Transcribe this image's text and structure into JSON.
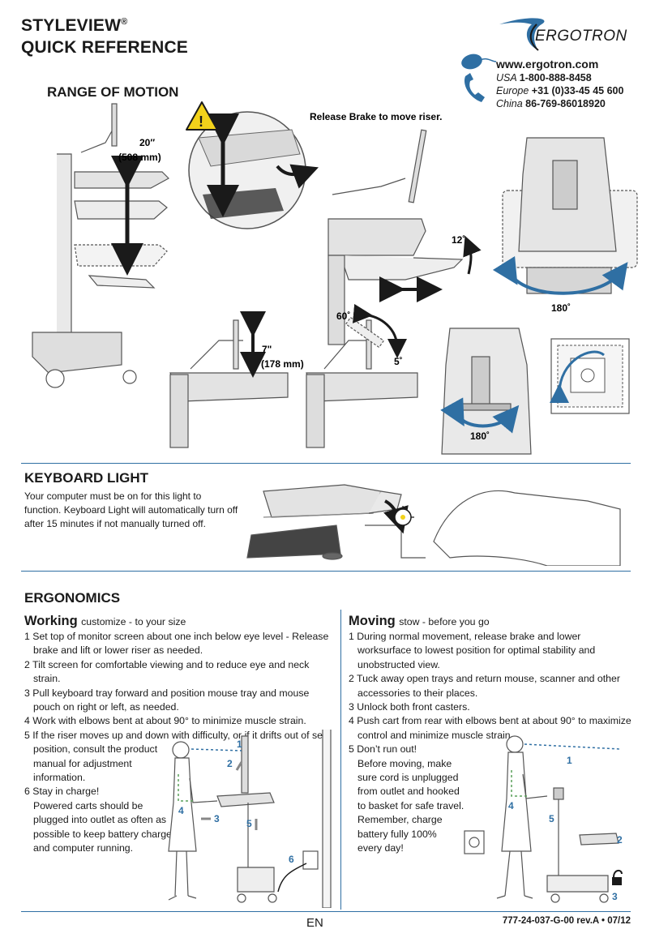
{
  "header": {
    "title_line1": "STYLEVIEW",
    "registered": "®",
    "title_line2": "QUICK REFERENCE",
    "brand": "ERGOTRON",
    "website": "www.ergotron.com",
    "contacts": [
      {
        "region": "USA",
        "phone": "1-800-888-8458"
      },
      {
        "region": "Europe",
        "phone": "+31 (0)33-45 45 600"
      },
      {
        "region": "China",
        "phone": "86-769-86018920"
      }
    ]
  },
  "range_of_motion": {
    "title": "RANGE OF MOTION",
    "height_travel": "20″",
    "height_travel_mm": "(508 mm)",
    "brake_note": "Release Brake to move riser.",
    "tray_tilt": "12˚",
    "rotation_a": "180˚",
    "monitor_height": "7\"",
    "monitor_height_mm": "(178 mm)",
    "tilt_up": "60˚",
    "tilt_down": "5˚",
    "rotation_b": "180˚"
  },
  "keyboard_light": {
    "title": "KEYBOARD LIGHT",
    "text": "Your computer must be on for this light to function. Keyboard Light will automatically turn off after 15 minutes if not manually turned off."
  },
  "ergonomics": {
    "title": "ERGONOMICS",
    "working": {
      "heading": "Working",
      "subheading": "customize - to your size",
      "items": [
        "1 Set top of monitor screen about one inch below eye level - Release brake and lift or lower riser as needed.",
        "2 Tilt screen for comfortable viewing and to reduce eye and neck strain.",
        "3 Pull keyboard tray forward and position mouse tray and mouse pouch on right or left, as needed.",
        "4  Work with elbows bent at about 90° to minimize muscle strain.",
        "5 If the riser moves up and down with difficulty, or if it drifts out of set"
      ],
      "item5_cont": [
        "position, consult the product",
        "manual for adjustment",
        "information."
      ],
      "item6": "6 Stay in charge!",
      "item6_cont": [
        "Powered carts should be",
        "plugged into outlet as often as",
        "possible to keep battery charged",
        "and computer running."
      ],
      "figure_numbers": [
        "1",
        "2",
        "3",
        "4",
        "5",
        "6"
      ]
    },
    "moving": {
      "heading": "Moving",
      "subheading": "stow - before you go",
      "items": [
        "1 During normal movement, release brake and lower worksurface to lowest position for optimal stability and unobstructed view.",
        "2 Tuck away open trays and return mouse, scanner and other accessories to their places.",
        "3 Unlock both front casters.",
        "4 Push cart from rear with elbows bent at about 90° to maximize control and minimize muscle strain.",
        "5 Don’t run out!"
      ],
      "item5_cont": [
        "Before moving, make",
        "sure cord is unplugged",
        "from outlet and hooked",
        "to basket for safe travel.",
        "Remember, charge",
        "battery fully 100%",
        "every day!"
      ],
      "figure_numbers": [
        "1",
        "2",
        "3",
        "4",
        "5"
      ]
    }
  },
  "footer": {
    "language": "EN",
    "doc_id": "777-24-037-G-00 rev.A • 07/12"
  },
  "colors": {
    "accent_blue": "#2f6fa3",
    "warning_yellow": "#f2d21b",
    "line_gray": "#555555"
  }
}
